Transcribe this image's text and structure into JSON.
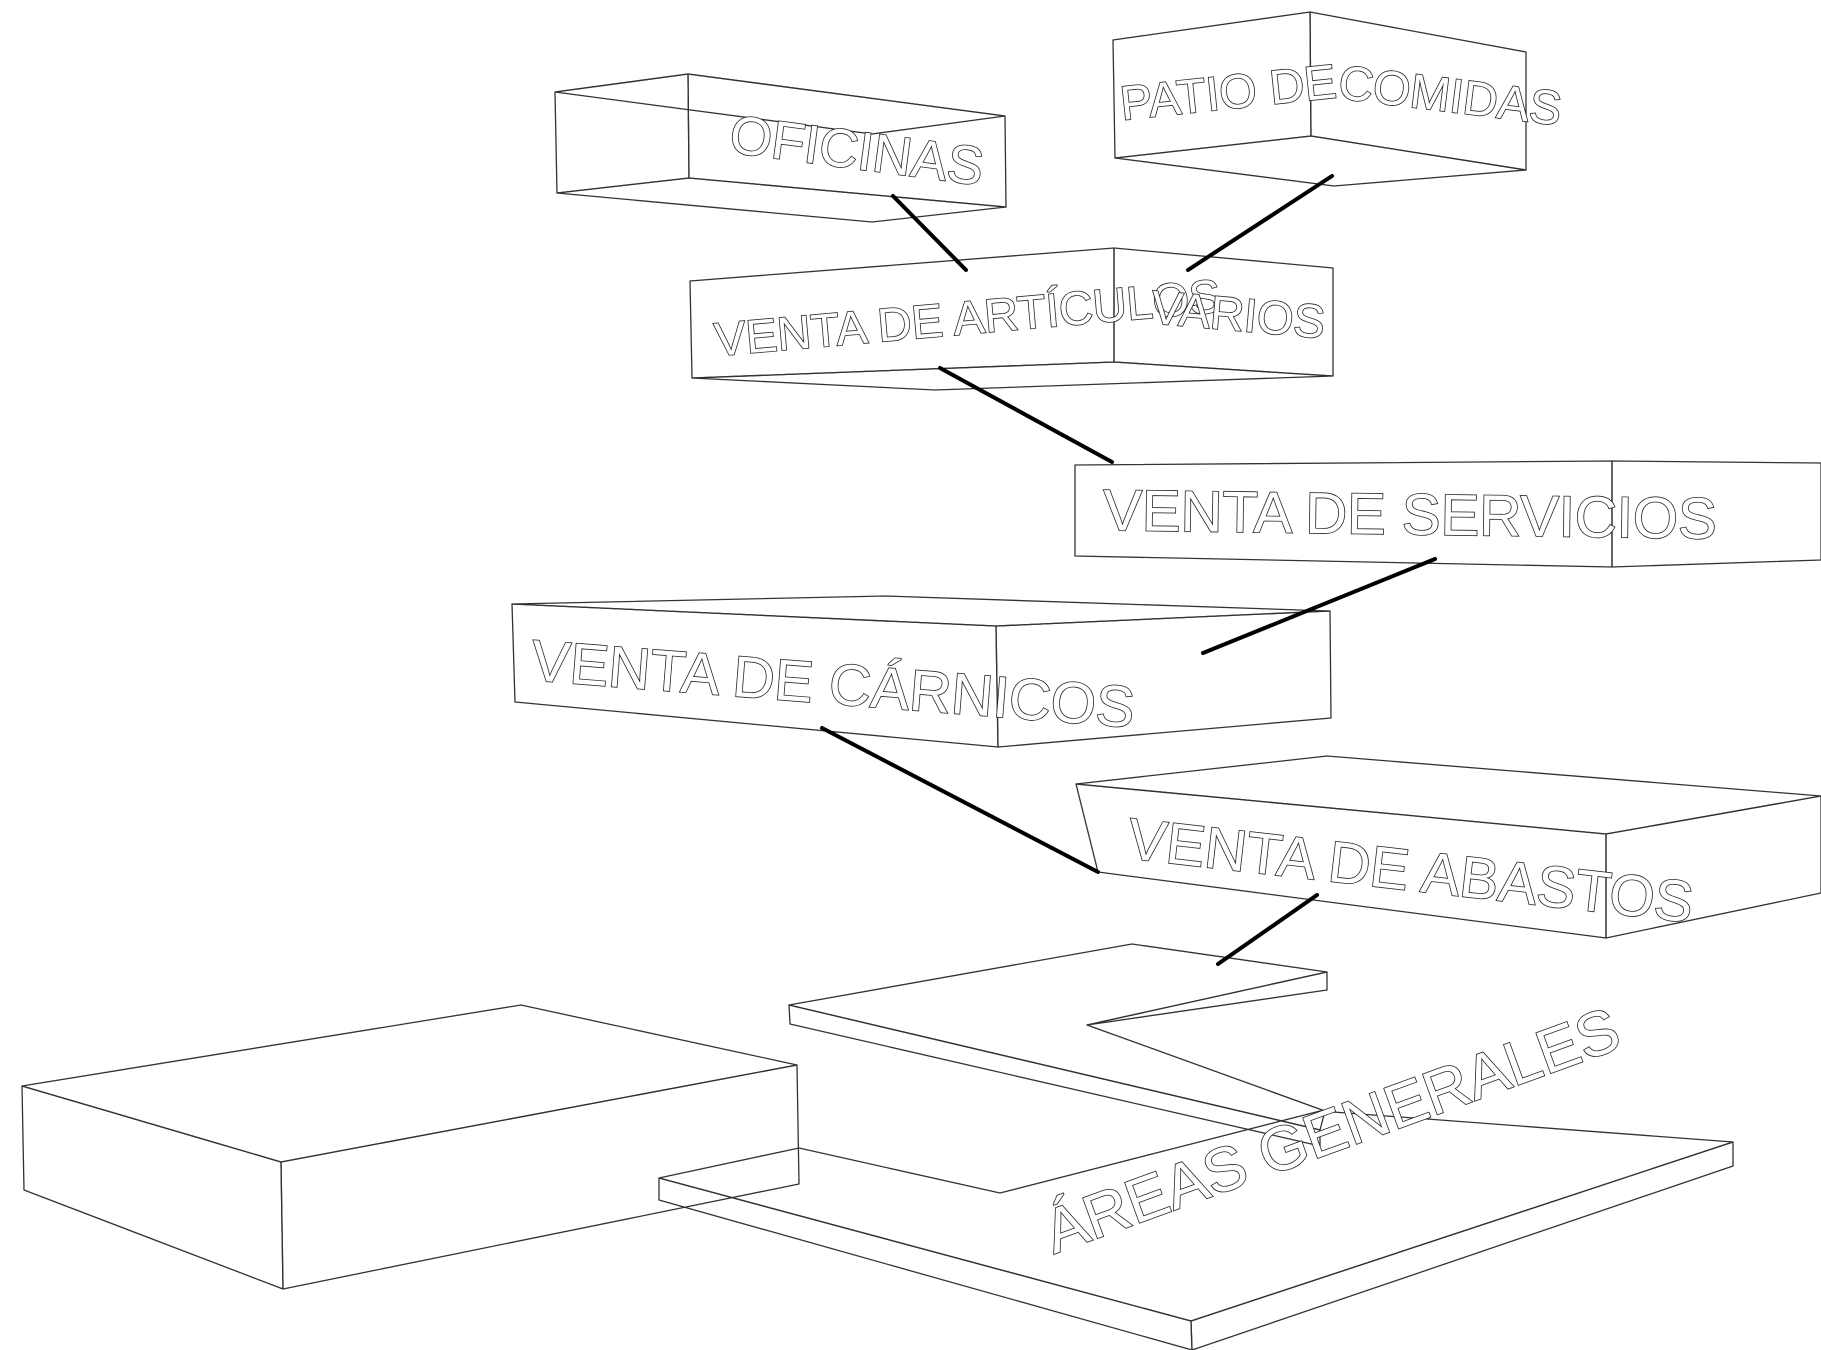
{
  "blocks": {
    "oficinas": {
      "label": "OFICINAS",
      "color": "#ff0000"
    },
    "patio": {
      "label_left": "PATIO DE",
      "label_right": "COMIDAS",
      "color": "#0000ff"
    },
    "articulos": {
      "label_left": "VENTA DE ARTÍCULOS",
      "label_right": "VARIOS",
      "color": "#ffff00"
    },
    "servicios": {
      "label": "VENTA DE SERVICIOS",
      "color": "#ff00ff"
    },
    "carnicos": {
      "label": "VENTA DE CÁRNICOS",
      "color": "#ff8000"
    },
    "abastos": {
      "label": "VENTA DE ABASTOS",
      "color": "#b8875c"
    },
    "areas_generales": {
      "label": "ÁREAS GENERALES",
      "color": "#00ff00"
    }
  },
  "connections": [
    {
      "from": "oficinas",
      "to": "articulos"
    },
    {
      "from": "patio",
      "to": "articulos"
    },
    {
      "from": "articulos",
      "to": "servicios"
    },
    {
      "from": "servicios",
      "to": "carnicos"
    },
    {
      "from": "carnicos",
      "to": "abastos"
    },
    {
      "from": "abastos",
      "to": "areas_generales"
    }
  ]
}
